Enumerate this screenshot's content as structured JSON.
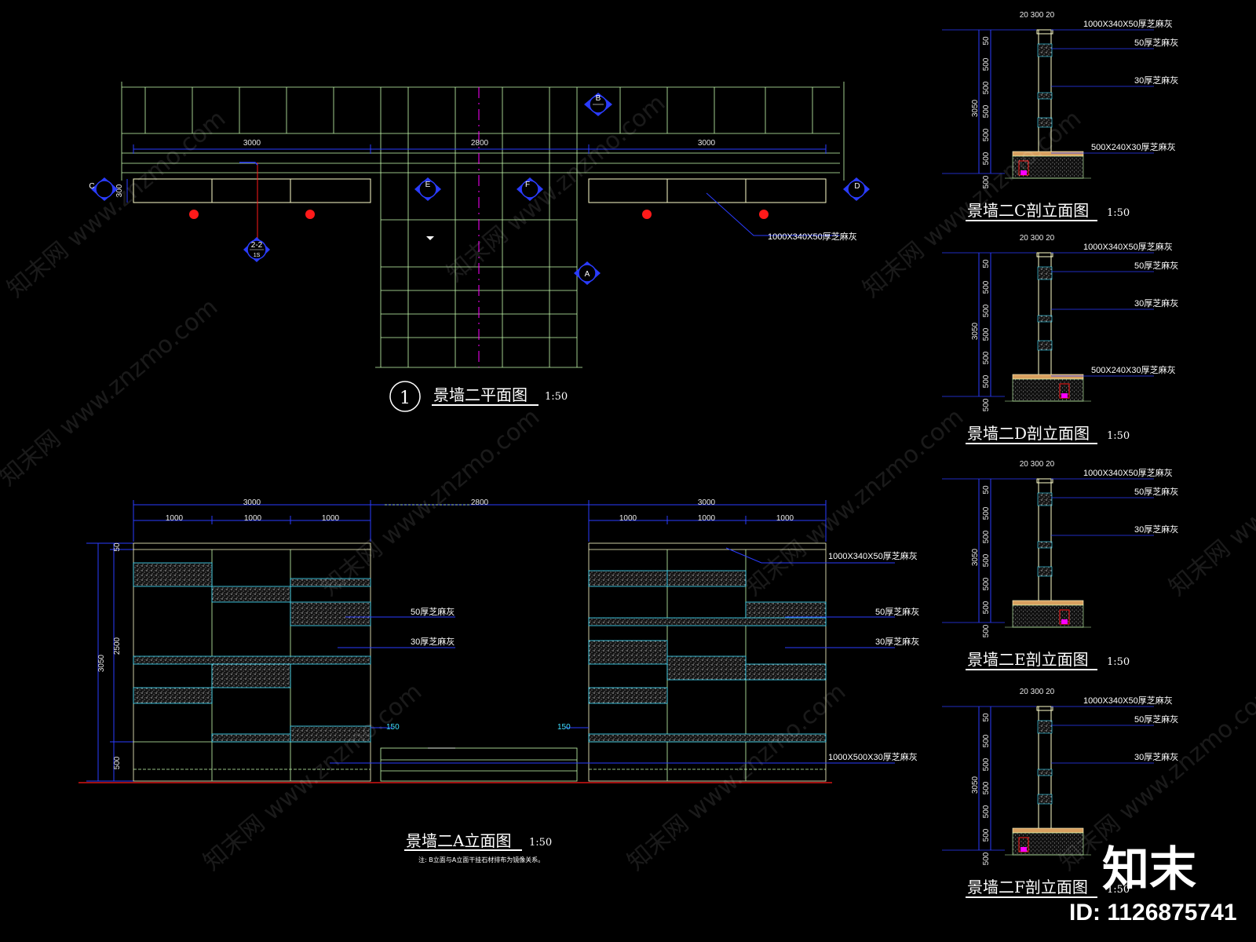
{
  "plan": {
    "title": "景墙二平面图",
    "scale": "1:50",
    "number": "1",
    "dims": [
      "3000",
      "2800",
      "3000"
    ],
    "thickness": "300",
    "note_cap": "1000X340X50厚芝麻灰",
    "section_marks": [
      "B",
      "C",
      "D",
      "E",
      "F",
      "A",
      "2-2"
    ],
    "section_sub": "1S"
  },
  "elevation_a": {
    "title": "景墙二A立面图",
    "scale": "1:50",
    "top_dims": [
      "3000",
      "2800",
      "3000"
    ],
    "sub_dims": [
      "1000",
      "1000",
      "1000",
      "1000",
      "1000",
      "1000"
    ],
    "left_dims": [
      "50",
      "2500",
      "500"
    ],
    "total_height": "3050",
    "labels": {
      "cap": "1000X340X50厚芝麻灰",
      "stone50_left": "50厚芝麻灰",
      "stone30_left": "30厚芝麻灰",
      "stone50_right": "50厚芝麻灰",
      "stone30_right": "30厚芝麻灰",
      "base": "1000X500X30厚芝麻灰",
      "step_left": "150",
      "step_right": "150"
    },
    "note": "注: B立面与A立面干挂石材排布为镜像关系。"
  },
  "sections": [
    {
      "title": "景墙二C剖立面图",
      "scale": "1:50",
      "top": "20 300 20",
      "labels": [
        "1000X340X50厚芝麻灰",
        "50厚芝麻灰",
        "30厚芝麻灰",
        "500X240X30厚芝麻灰"
      ],
      "dims": [
        "50",
        "500",
        "500",
        "500",
        "500",
        "500",
        "500"
      ],
      "total": "3050"
    },
    {
      "title": "景墙二D剖立面图",
      "scale": "1:50",
      "top": "20 300 20",
      "labels": [
        "1000X340X50厚芝麻灰",
        "50厚芝麻灰",
        "30厚芝麻灰",
        "500X240X30厚芝麻灰"
      ],
      "dims": [
        "50",
        "500",
        "500",
        "500",
        "500",
        "500",
        "500"
      ],
      "total": "3050"
    },
    {
      "title": "景墙二E剖立面图",
      "scale": "1:50",
      "top": "20 300 20",
      "labels": [
        "1000X340X50厚芝麻灰",
        "50厚芝麻灰",
        "30厚芝麻灰"
      ],
      "dims": [
        "50",
        "500",
        "500",
        "500",
        "500",
        "500",
        "500"
      ],
      "total": "3050"
    },
    {
      "title": "景墙二F剖立面图",
      "scale": "1:50",
      "top": "20 300 20",
      "labels": [
        "1000X340X50厚芝麻灰",
        "50厚芝麻灰",
        "30厚芝麻灰"
      ],
      "dims": [
        "50",
        "500",
        "500",
        "500",
        "500",
        "500",
        "500"
      ],
      "total": "3050"
    }
  ],
  "watermark": {
    "text": "知末网 www.znzmo.com",
    "brand": "知末",
    "id": "ID: 1126875741"
  },
  "colors": {
    "background": "#000000",
    "grid": "#c8ffb0",
    "dim": "#2a3cff",
    "outline": "#ffffcc",
    "red": "#ff1a1a",
    "magenta": "#ff00ff",
    "cyan": "#40e0ff"
  }
}
